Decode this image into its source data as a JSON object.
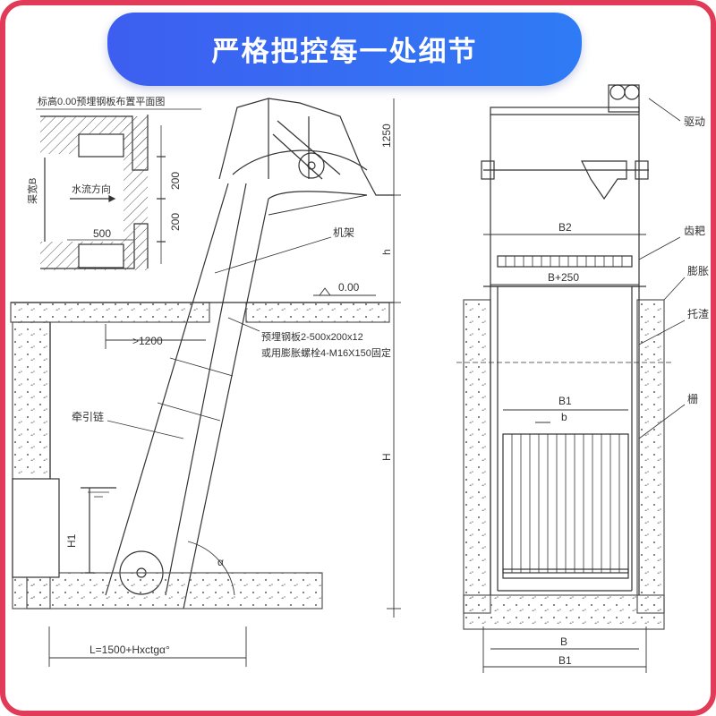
{
  "banner": {
    "title": "严格把控每一处细节"
  },
  "side_view": {
    "plan_caption": "标高0.00预埋钢板布置平面图",
    "flow_direction": "水流方向",
    "channel_width": "渠宽B",
    "dim_500": "500",
    "dim_200a": "200",
    "dim_200b": "200",
    "dim_1250": "1250",
    "dim_h": "h",
    "dim_H": "H",
    "dim_H1": "H1",
    "level": "0.00",
    "frame_label": "机架",
    "embedded_plate_line1": "预埋钢板2-500x200x12",
    "embedded_plate_line2": "或用膨胀螺栓4-M16X150固定",
    "min_distance": ">1200",
    "traction_chain": "牵引链",
    "length_formula": "L=1500+Hxctgα°",
    "angle": "α"
  },
  "front_view": {
    "dim_B2": "B2",
    "dim_B250": "B+250",
    "dim_B1_top": "B1",
    "dim_b": "b",
    "dim_B": "B",
    "dim_B1_bottom": "B1",
    "label_drive": "驱动",
    "label_gear": "齿耙",
    "label_expand": "膨胀",
    "label_support": "托渣",
    "label_grid": "栅"
  }
}
